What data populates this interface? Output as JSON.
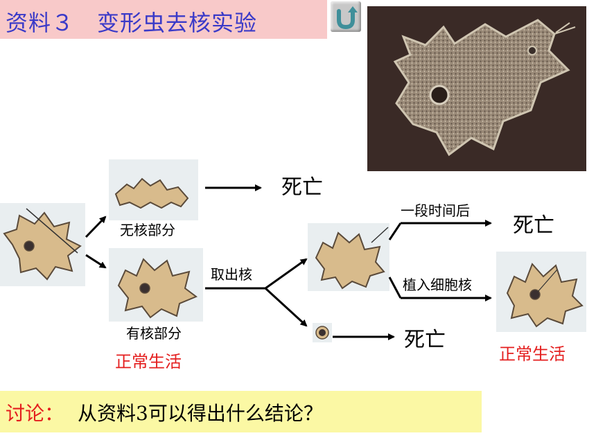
{
  "title": "资料３　变形虫去核实验",
  "labels": {
    "no_nucleus": "无核部分",
    "with_nucleus": "有核部分",
    "death_1": "死亡",
    "normal_1": "正常生活",
    "remove_nucleus": "取出核",
    "after_time": "一段时间后",
    "death_2": "死亡",
    "implant_nucleus": "植入细胞核",
    "normal_2": "正常生活",
    "death_3": "死亡"
  },
  "discussion": {
    "label": "讨论：",
    "question": "从资料3可以得出什么结论？"
  },
  "colors": {
    "title_text": "#3a3ac8",
    "title_bg": "#f8c9c9",
    "emphasis_red": "#e41e1e",
    "discussion_bg": "#fbf8a4"
  },
  "icons": {
    "back": "u-turn-icon"
  }
}
